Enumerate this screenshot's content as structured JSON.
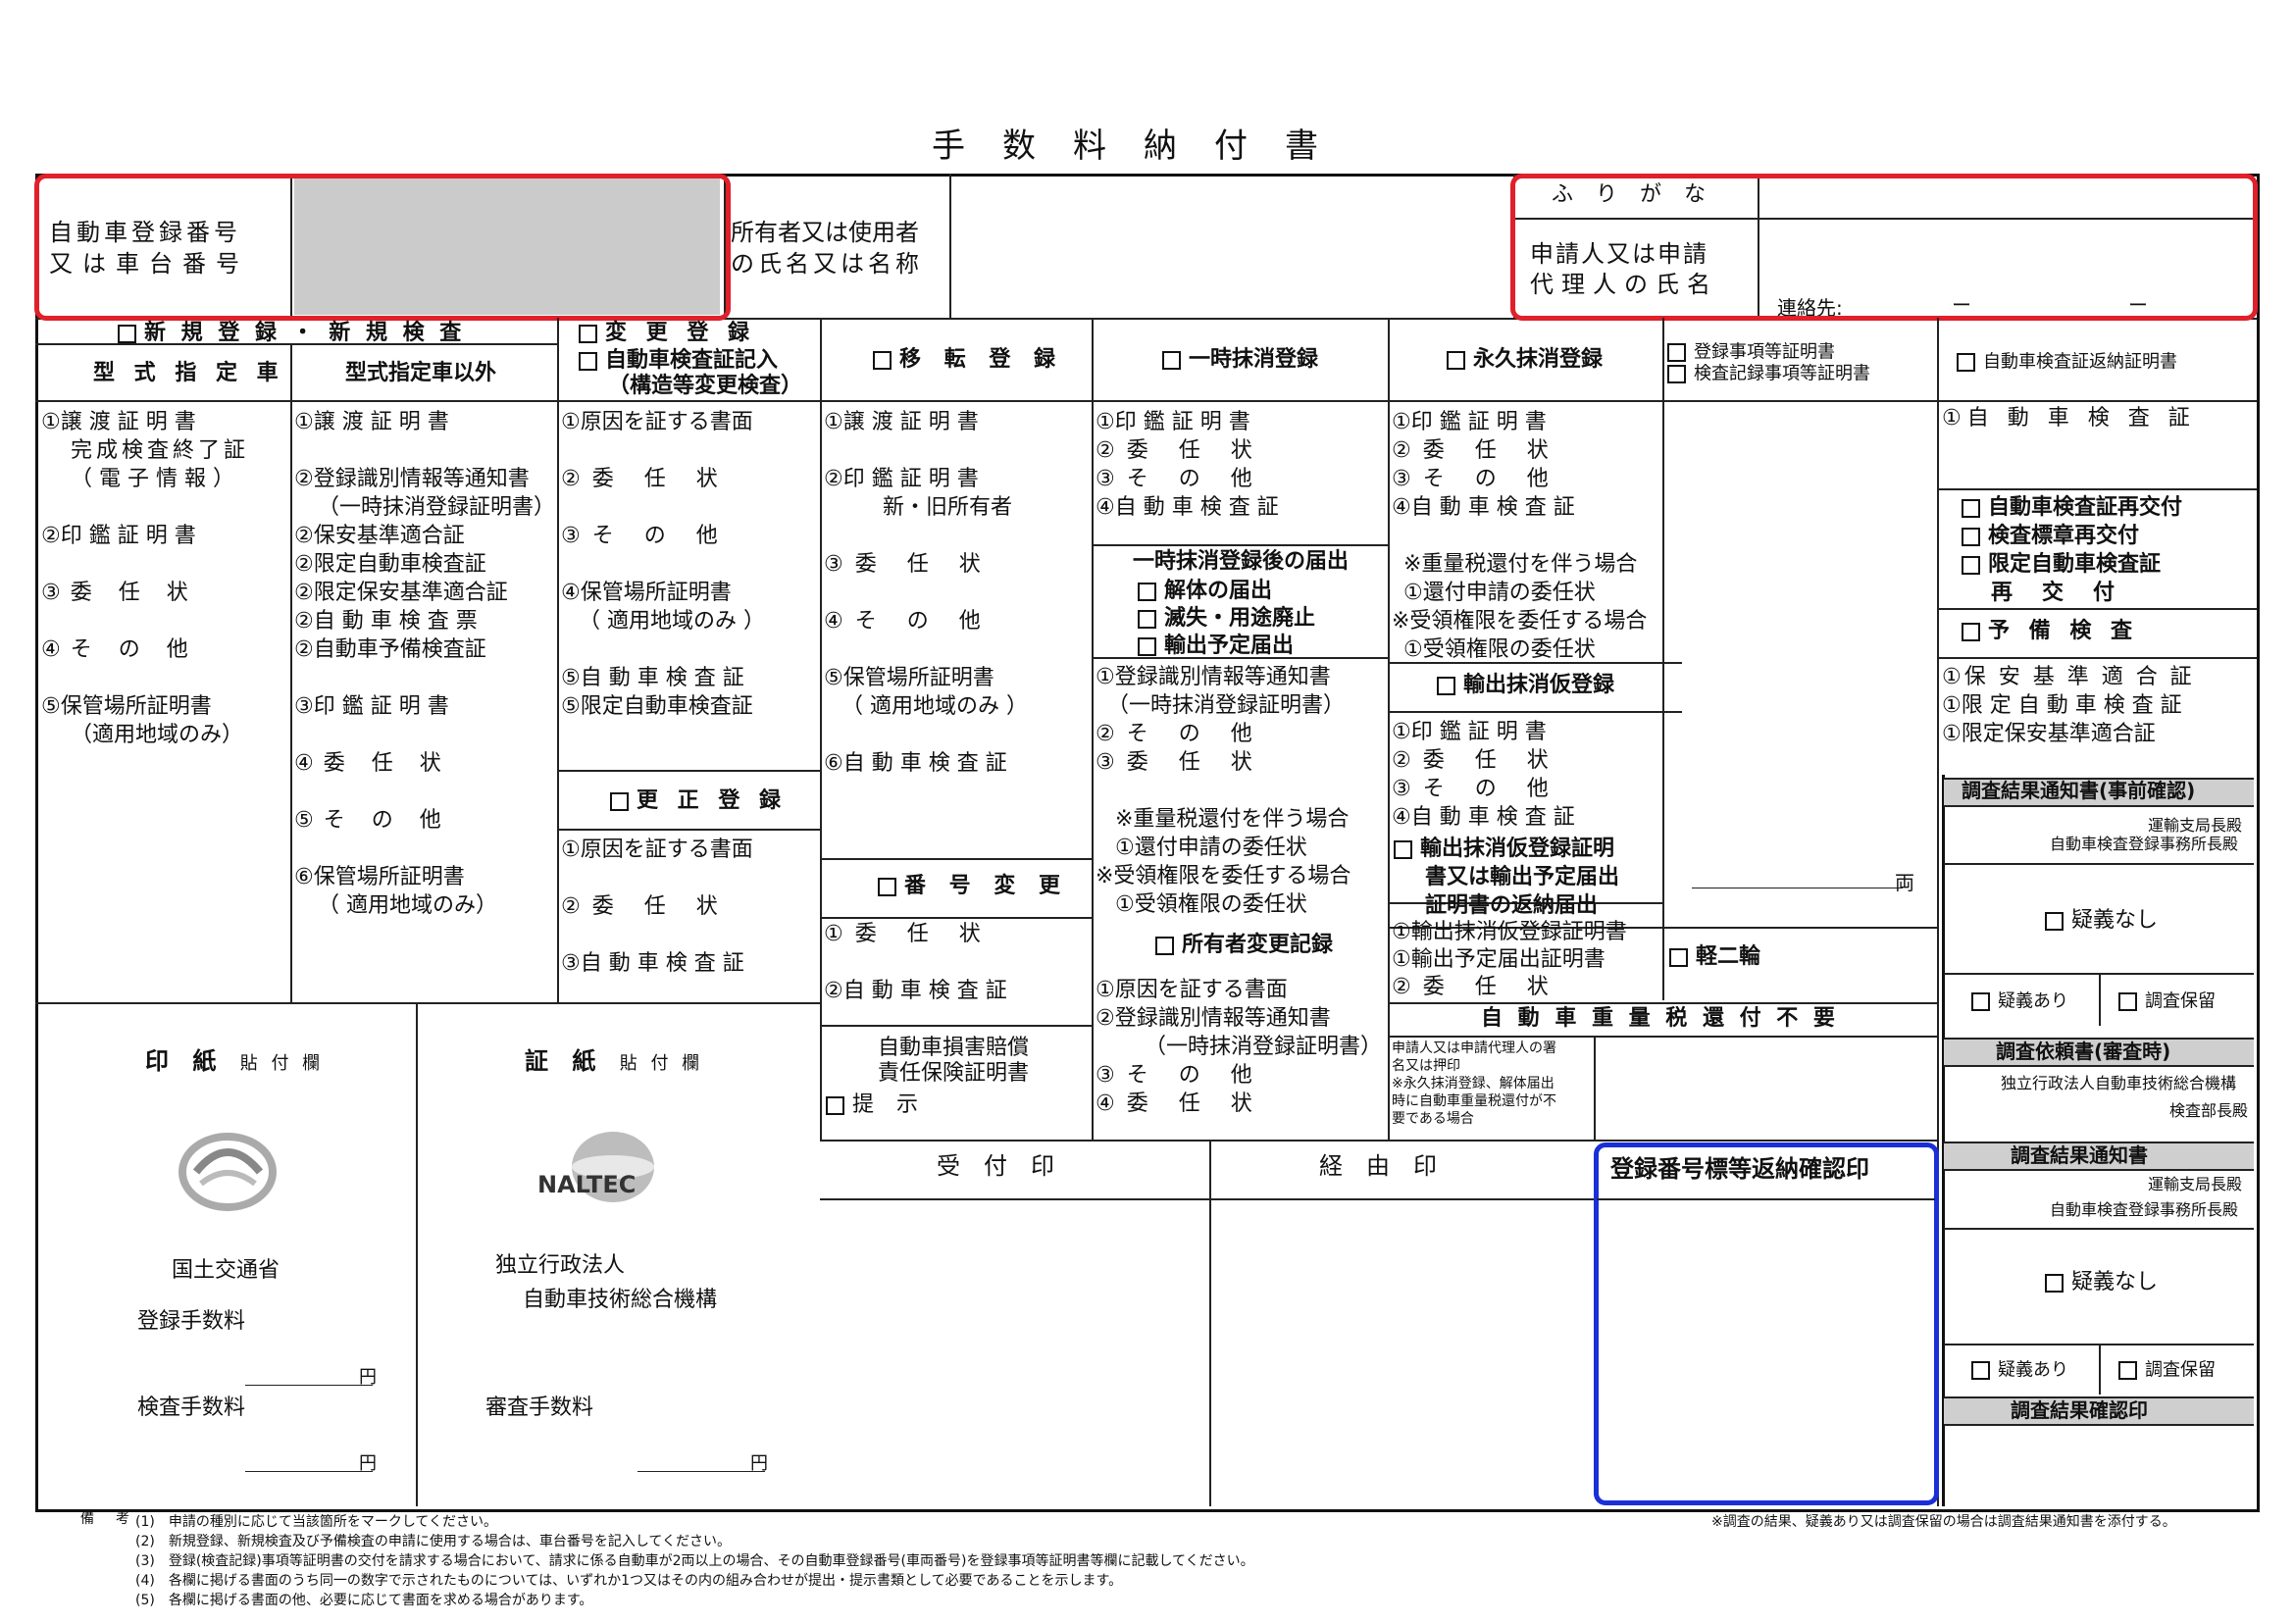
{
  "title": "手数料納付書",
  "header": {
    "vehicle_label_1": "自動車登録番号",
    "vehicle_label_2": "又は車台番号",
    "owner_label_1": "所有者又は使用者",
    "owner_label_2": "の氏名又は名称",
    "furigana": "ふ り が な",
    "applicant_label_1": "申請人又は申請",
    "applicant_label_2": "代理人の氏名",
    "contact_label": "連絡先:",
    "contact_value": "ー　　ー"
  },
  "col1": {
    "header": "新 規 登 録 ・ 新 規 検 査",
    "sub1": "型 式 指 定 車",
    "sub2": "型式指定車以外",
    "items_a": [
      "①譲 渡 証 明 書",
      "完成検査終了証",
      "（ 電 子 情 報 ）",
      "②印 鑑 証 明 書",
      "③委 任 状",
      "④そ の 他",
      "⑤保管場所証明書",
      "（適用地域のみ）"
    ],
    "items_b": [
      "①譲 渡 証 明 書",
      "②登録識別情報等通知書",
      "（一時抹消登録証明書）",
      "②保安基準適合証",
      "②限定自動車検査証",
      "②限定保安基準適合証",
      "②自 動 車 検 査 票",
      "②自動車予備検査証",
      "③印 鑑 証 明 書",
      "④委 任 状",
      "⑤そ の 他",
      "⑥保管場所証明書",
      "（ 適用地域のみ）"
    ]
  },
  "col3": {
    "header1": "変 更 登 録",
    "header2": "自動車検査証記入",
    "header3": "（構造等変更検査）",
    "items": [
      "①原因を証する書面",
      "②委 任 状",
      "③そ の 他",
      "④保管場所証明書",
      "（ 適用地域のみ ）",
      "⑤自 動 車 検 査 証",
      "⑤限定自動車検査証"
    ],
    "correction_header": "更 正 登 録",
    "correction_items": [
      "①原因を証する書面",
      "②委 任 状",
      "③自 動 車 検 査 証"
    ]
  },
  "col4": {
    "header": "移 転 登 録",
    "items": [
      "①譲 渡 証 明 書",
      "②印 鑑 証 明 書",
      "新・旧所有者",
      "③委 任 状",
      "④そ の 他",
      "⑤保管場所証明書",
      "（ 適用地域のみ ）",
      "⑥自 動 車 検 査 証"
    ],
    "number_header": "番 号 変 更",
    "number_items": [
      "①委 任 状",
      "②自 動 車 検 査 証"
    ],
    "insurance_1": "自動車損害賠償",
    "insurance_2": "責任保険証明書",
    "insurance_3": "提 示"
  },
  "col5": {
    "header": "一時抹消登録",
    "items": [
      "①印 鑑 証 明 書",
      "②委 任 状",
      "③そ の 他",
      "④自 動 車 検 査 証"
    ],
    "after_title": "一時抹消登録後の届出",
    "after_items": [
      "解体の届出",
      "滅失・用途廃止",
      "輸出予定届出"
    ],
    "items2": [
      "①登録識別情報等通知書",
      "（一時抹消登録証明書）",
      "②そ の 他",
      "③委 任 状"
    ],
    "tax_notes": [
      "※重量税還付を伴う場合",
      "①還付申請の委任状",
      "※受領権限を委任する場合",
      "①受領権限の委任状"
    ],
    "owner_change_header": "所有者変更記録",
    "owner_change_items": [
      "①原因を証する書面",
      "②登録識別情報等通知書",
      "（一時抹消登録証明書）",
      "③そ の 他",
      "④委 任 状"
    ]
  },
  "col6": {
    "header": "永久抹消登録",
    "items": [
      "①印 鑑 証 明 書",
      "②委 任 状",
      "③そ の 他",
      "④自 動 車 検 査 証"
    ],
    "tax_notes": [
      "※重量税還付を伴う場合",
      "①還付申請の委任状",
      "※受領権限を委任する場合",
      "①受領権限の委任状"
    ],
    "export_header": "輸出抹消仮登録",
    "export_items": [
      "①印 鑑 証 明 書",
      "②委 任 状",
      "③そ の 他",
      "④自 動 車 検 査 証"
    ],
    "export_cert_1": "輸出抹消仮登録証明",
    "export_cert_2": "書又は輸出予定届出",
    "export_cert_3": "証明書の返納届出",
    "export_items2": [
      "①輸出抹消仮登録証明書",
      "①輸出予定届出証明書",
      "②委 任 状"
    ]
  },
  "col7": {
    "header1": "登録事項等証明書",
    "header2": "検査記録事項等証明書",
    "count_unit": "両",
    "light_two_wheel": "軽二輪"
  },
  "tax_refund_header": "自 動 車 重 量 税 還 付 不 要",
  "stamp_note_1": "申請人又は申請代理人の署",
  "stamp_note_2": "名又は押印",
  "stamp_note_3": "※永久抹消登録、解体届出",
  "stamp_note_4": "時に自動車重量税還付が不",
  "stamp_note_5": "要である場合",
  "col8": {
    "header": "自動車検査証返納証明書",
    "item1": "①自 動 車 検 査 証",
    "checks": [
      "自動車検査証再交付",
      "検査標章再交付",
      "限定自動車検査証"
    ],
    "reissue": "再　交　付",
    "prelim_header": "予 備 検 査",
    "prelim_items": [
      "①保 安 基 準 適 合 証",
      "①限 定 自 動 車 検 査 証",
      "①限定保安基準適合証"
    ],
    "survey_header": "調査結果通知書(事前確認)",
    "survey_addr_1": "運輸支局長殿",
    "survey_addr_2": "自動車検査登録事務所長殿",
    "no_doubt": "疑義なし",
    "doubt": "疑義あり",
    "pending": "調査保留",
    "request_header": "調査依頼書(審査時)",
    "request_addr_1": "独立行政法人自動車技術総合機構",
    "request_addr_2": "検査部長殿",
    "notice_header": "調査結果通知書",
    "notice_addr_1": "運輸支局長殿",
    "notice_addr_2": "自動車検査登録事務所長殿",
    "confirm_header": "調査結果確認印"
  },
  "stamp_area": {
    "inshi_label": "印 紙",
    "inshi_sub": "貼 付 欄",
    "mlit": "国土交通省",
    "reg_fee": "登録手数料",
    "insp_fee": "検査手数料",
    "yen": "円",
    "shoshi_label": "証 紙",
    "shoshi_sub": "貼 付 欄",
    "naltec_logo": "NALTEC",
    "naltec_1": "独立行政法人",
    "naltec_2": "自動車技術総合機構",
    "review_fee": "審査手数料"
  },
  "receipt": "受　付　印",
  "via": "経　由　印",
  "plate_return": "登録番号標等返納確認印",
  "notes_label": "備　考",
  "notes": [
    "(1)　申請の種別に応じて当該箇所をマークしてください。",
    "(2)　新規登録、新規検査及び予備検査の申請に使用する場合は、車台番号を記入してください。",
    "(3)　登録(検査記録)事項等証明書の交付を請求する場合において、請求に係る自動車が2両以上の場合、その自動車登録番号(車両番号)を登録事項等証明書等欄に記載してください。",
    "(4)　各欄に掲げる書面のうち同一の数字で示されたものについては、いずれか1つ又はその内の組み合わせが提出・提示書類として必要であることを示します。",
    "(5)　各欄に掲げる書面の他、必要に応じて書面を求める場合があります。"
  ],
  "right_note": "※調査の結果、疑義あり又は調査保留の場合は調査結果通知書を添付する。",
  "colors": {
    "red_highlight": "#e0202a",
    "blue_highlight": "#1a2fd8",
    "band_gray": "#cfcfcf"
  }
}
